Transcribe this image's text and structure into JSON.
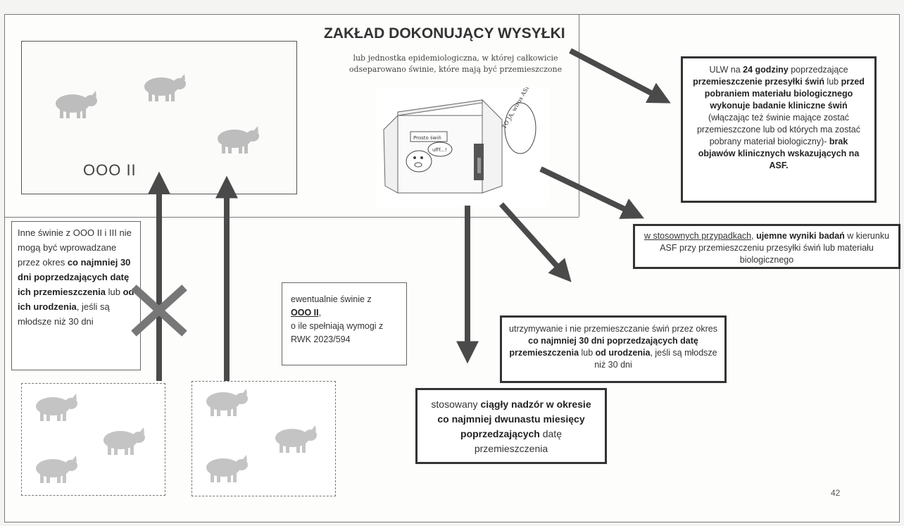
{
  "title": "ZAKŁAD DOKONUJĄCY WYSYŁKI",
  "subtitle": "lub jednostka epidemiologiczna, w której całkowicie odseparowano świnie, które mają być przemieszczone",
  "pen_label": "OOO II",
  "house": {
    "sign": "Prosto świń",
    "pig_bubble": "ufff...!",
    "door_bubble": "TO JA, wirus ASF"
  },
  "ulw_box": {
    "p1": "ULW na ",
    "p2": "24 godziny",
    "p3": " poprzedzające ",
    "p4": "przemieszczenie przesyłki świń",
    "p5": " lub ",
    "p6": "przed pobraniem materiału biologicznego wykonuje  badanie kliniczne świń",
    "p7": " (włączając też świnie mające zostać przemieszczone lub od których ma zostać pobrany materiał biologiczny)- ",
    "p8": "brak objawów klinicznych wskazujących na ASF."
  },
  "tests_box": {
    "p1": "w stosownych przypadkach,",
    "p2": " ",
    "p3": "ujemne wyniki badań",
    "p4": " w kierunku ASF przy przemieszczeniu przesyłki świń lub materiału biologicznego"
  },
  "hold_box": {
    "p1": "utrzymywanie i nie przemieszczanie świń przez okres ",
    "p2": "co najmniej 30 dni poprzedzających datę przemieszczenia",
    "p3": " lub ",
    "p4": "od urodzenia",
    "p5": ", jeśli są młodsze niż 30 dni"
  },
  "supervision_box": {
    "p1": "stosowany ",
    "p2": "ciągły nadzór w okresie co najmniej dwunastu miesięcy poprzedzających",
    "p3": " datę przemieszczenia"
  },
  "other_pigs_box": {
    "p1": "Inne świnie z OOO II i III nie mogą być wprowadzane przez okres ",
    "p2": "co najmniej 30 dni poprzedzających datę ich przemieszczenia",
    "p3": " lub ",
    "p4": "od ich urodzenia",
    "p5": ", jeśli są młodsze niż 30 dni"
  },
  "possible_box": {
    "p1": "ewentualnie świnie z ",
    "p2": "OOO II",
    "p3": ",",
    "p4": "o ile spełniają wymogi  z RWK 2023/594"
  },
  "page_number": "42",
  "colors": {
    "arrow": "#4a4a4a",
    "cross": "#777777",
    "pig": "#b8b8b8"
  }
}
